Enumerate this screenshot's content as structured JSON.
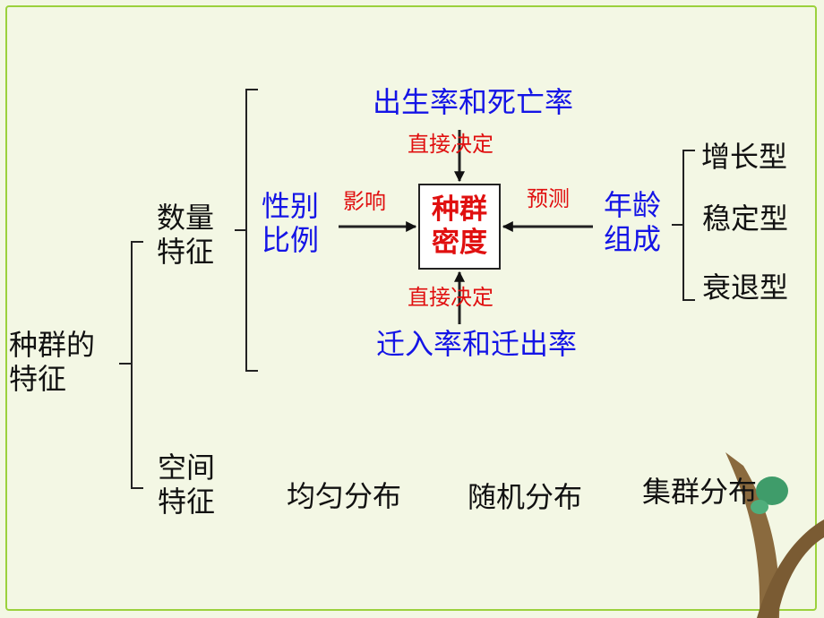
{
  "root": {
    "line1": "种群的",
    "line2": "特征"
  },
  "quantity": {
    "line1": "数量",
    "line2": "特征"
  },
  "spatial": {
    "line1": "空间",
    "line2": "特征",
    "patterns": [
      "均匀分布",
      "随机分布",
      "集群分布"
    ]
  },
  "center": {
    "line1": "种群",
    "line2": "密度"
  },
  "top_factor": "出生率和死亡率",
  "bottom_factor": "迁入率和迁出率",
  "left_factor": {
    "line1": "性别",
    "line2": "比例"
  },
  "right_factor": {
    "line1": "年龄",
    "line2": "组成"
  },
  "relations": {
    "top": "直接决定",
    "bottom": "直接决定",
    "left": "影响",
    "right": "预测"
  },
  "age_types": [
    "增长型",
    "稳定型",
    "衰退型"
  ],
  "colors": {
    "background": "#f3f7e4",
    "frame": "#9bd13c",
    "blue_text": "#1414e6",
    "red_text": "#e01010",
    "black_text": "#111111"
  }
}
